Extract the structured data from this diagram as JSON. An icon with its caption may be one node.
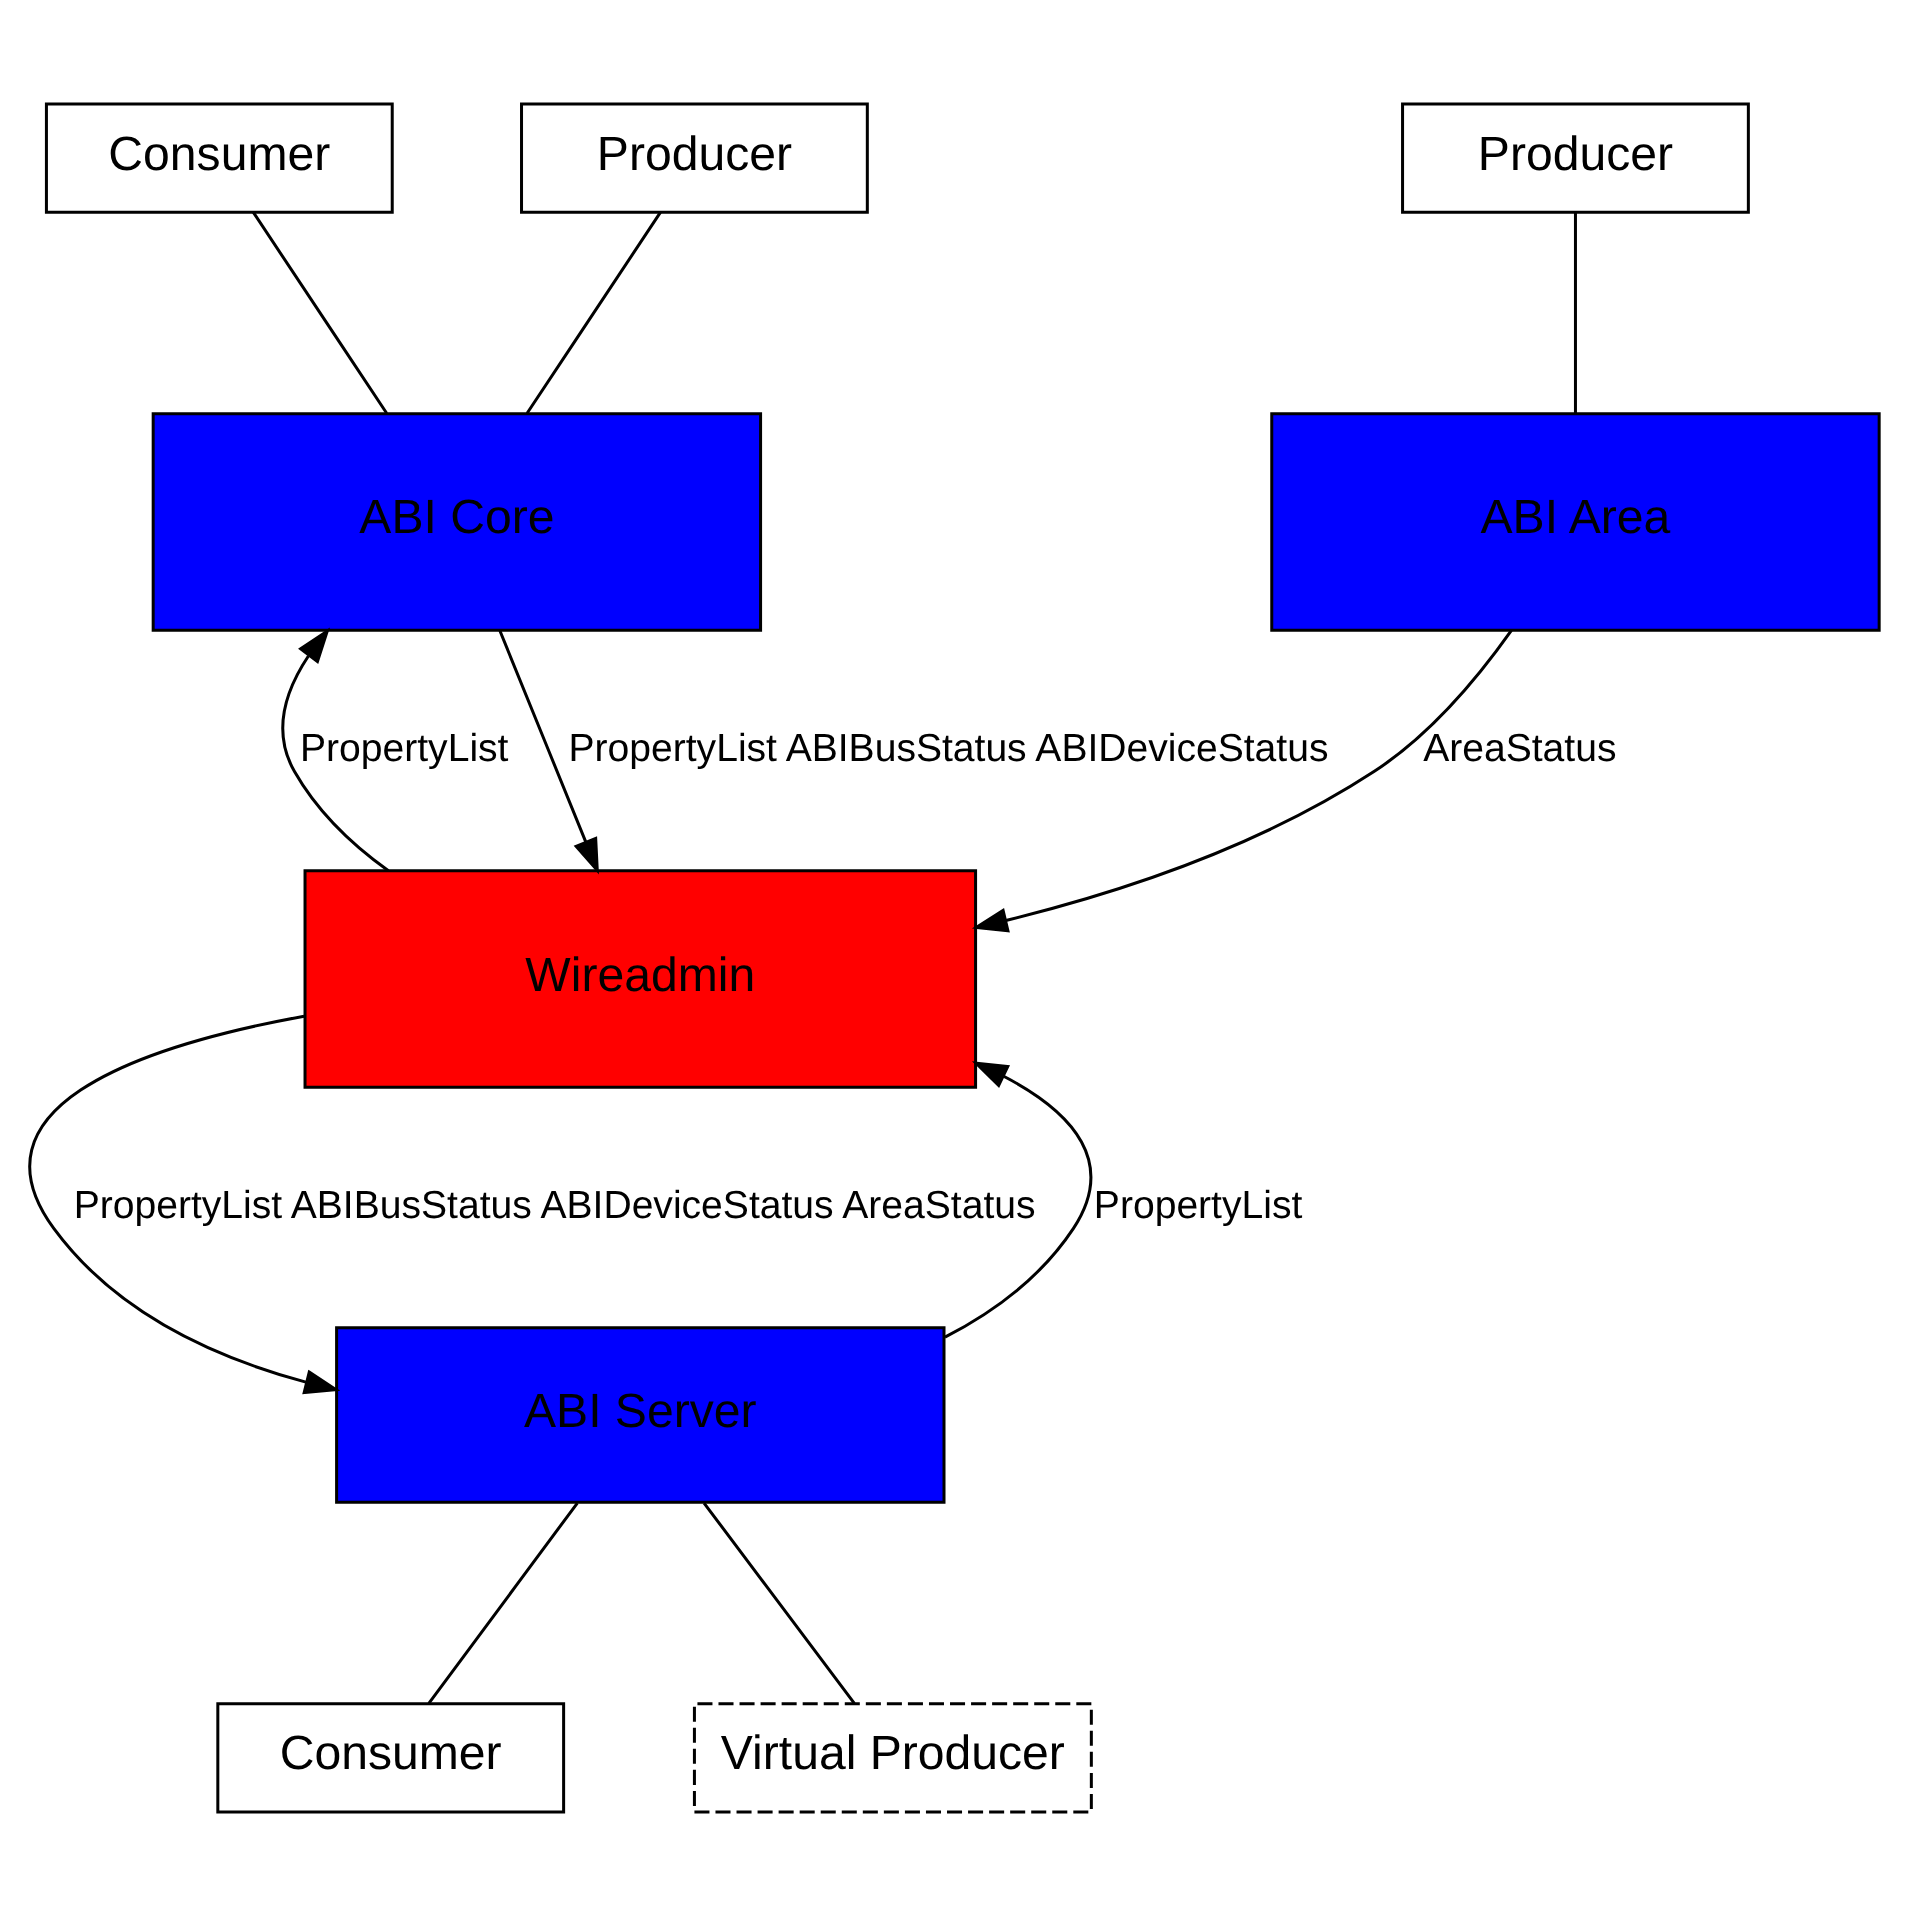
{
  "diagram": {
    "nodes": [
      {
        "text": [
          "Consumer"
        ]
      },
      {
        "text": [
          "Producer"
        ]
      },
      {
        "text": [
          "Producer"
        ]
      },
      {
        "text": [
          "ABI Core"
        ]
      },
      {
        "text": [
          "ABI Area"
        ]
      },
      {
        "text": [
          "Wireadmin"
        ]
      },
      {
        "text": [
          "ABI Server"
        ]
      },
      {
        "text": [
          "Consumer"
        ]
      },
      {
        "text": [
          "Virtual Producer"
        ]
      }
    ],
    "edges": [
      {
        "from": 0,
        "to": 3,
        "arrow": "none"
      },
      {
        "from": 1,
        "to": 3,
        "arrow": "none"
      },
      {
        "from": 2,
        "to": 4,
        "arrow": "none"
      },
      {
        "from": 3,
        "to": 5,
        "arrow": "to",
        "label": "PropertyList ABIBusStatus ABIDeviceStatus"
      },
      {
        "from": 5,
        "to": 3,
        "arrow": "to",
        "label": "PropertyList"
      },
      {
        "from": 4,
        "to": 5,
        "arrow": "to",
        "label": "AreaStatus"
      },
      {
        "from": 5,
        "to": 6,
        "arrow": "to",
        "label": "PropertyList ABIBusStatus ABIDeviceStatus AreaStatus"
      },
      {
        "from": 6,
        "to": 5,
        "arrow": "to",
        "label": "PropertyList"
      },
      {
        "from": 6,
        "to": 7,
        "arrow": "none"
      },
      {
        "from": 6,
        "to": 8,
        "arrow": "none"
      }
    ]
  }
}
